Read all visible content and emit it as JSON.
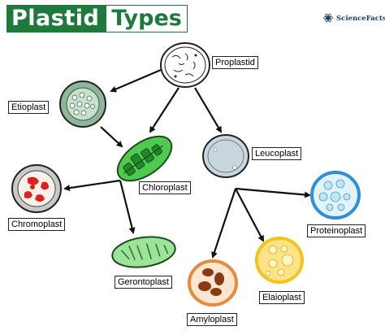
{
  "title": {
    "word1": "Plastid",
    "word2": "Types"
  },
  "brand": {
    "name": "ScienceFacts.net"
  },
  "labels": {
    "proplastid": "Proplastid",
    "etioplast": "Etioplast",
    "chloroplast": "Chloroplast",
    "leucoplast": "Leucoplast",
    "chromoplast": "Chromoplast",
    "gerontoplast": "Gerontoplast",
    "proteinoplast": "Proteinoplast",
    "amyloplast": "Amyloplast",
    "elaioplast": "Elaioplast"
  },
  "colors": {
    "brand_green": "#1d7a3c",
    "chloroplast": "#4fc94f",
    "gerontoplast": "#9fe29a",
    "etioplast": "#8fb59a",
    "leucoplast": "#c9d6de",
    "chromoplast": "#e02020",
    "proteinoplast": "#2f8fd8",
    "amyloplast": "#e88a3c",
    "elaioplast": "#f6c21c"
  }
}
